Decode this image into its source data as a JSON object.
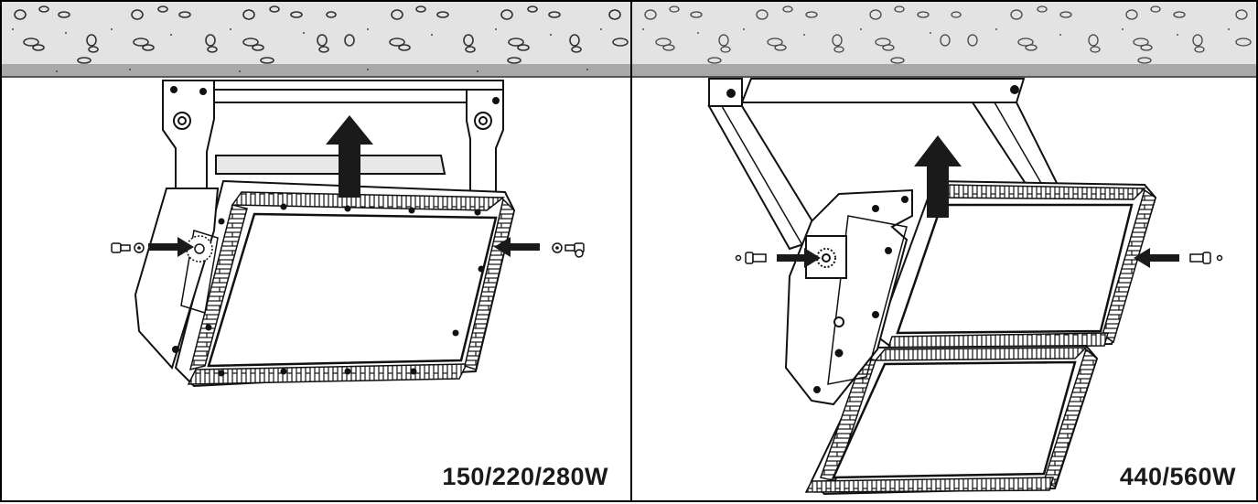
{
  "panels": [
    {
      "label": "150/220/280W"
    },
    {
      "label": "440/560W"
    }
  ],
  "colors": {
    "ceiling_fill": "#e3e3e3",
    "ceiling_band": "#a8a8a8",
    "line": "#111111",
    "arrow": "#1a1a1a"
  },
  "icons": [
    "ceiling-texture",
    "bracket",
    "luminaire",
    "up-arrow-icon",
    "right-arrow-icon",
    "left-arrow-icon",
    "bolt-icon",
    "washer-icon"
  ]
}
